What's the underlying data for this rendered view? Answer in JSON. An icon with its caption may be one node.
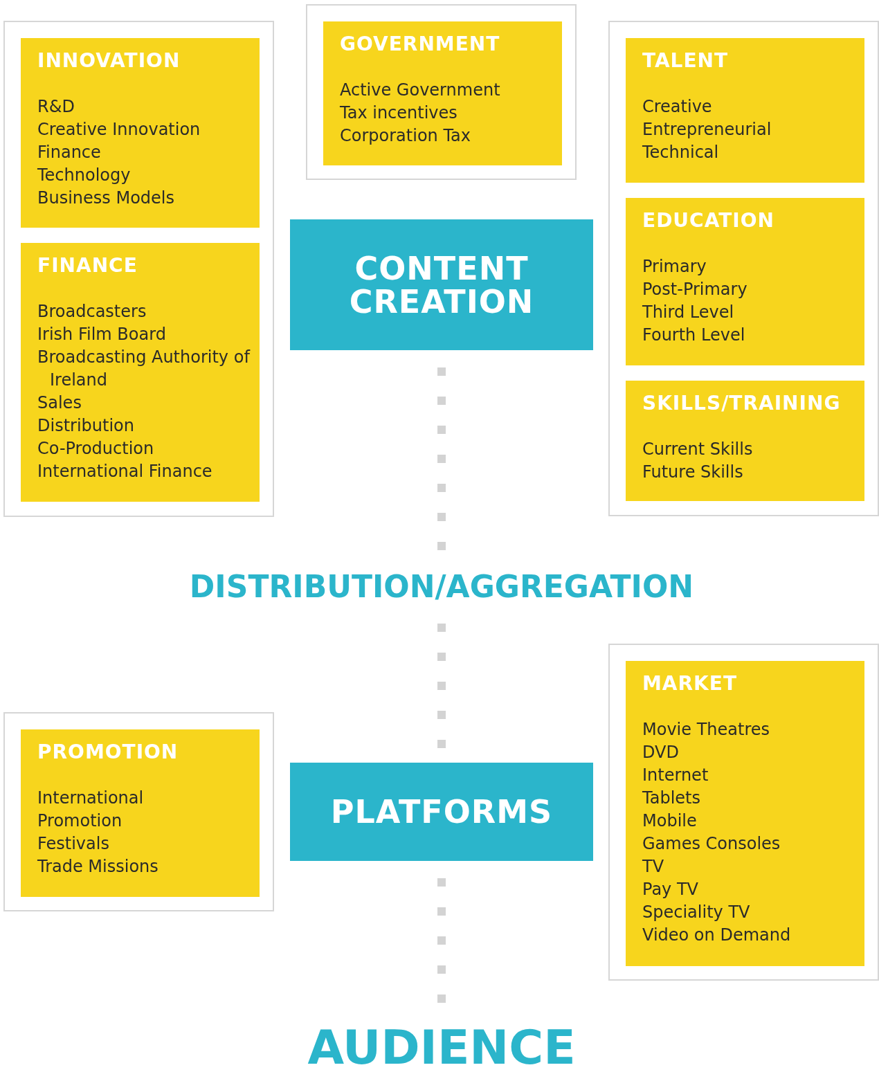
{
  "diagram": {
    "nodes": [
      {
        "text": [],
        "shape": "box"
      },
      {
        "text": [
          "INNOVATION",
          "R&D",
          "Creative Innovation",
          "Finance",
          "Technology",
          "Business Models"
        ],
        "in": 0
      },
      {
        "text": [
          "FINANCE",
          "Broadcasters",
          "Irish Film Board",
          "Broadcasting Authority of Ireland",
          "Sales",
          "Distribution",
          "Co-Production",
          "International Finance"
        ],
        "in": 0
      },
      {
        "text": [],
        "shape": "box"
      },
      {
        "text": [
          "GOVERNMENT",
          "Active Government",
          "Tax incentives",
          "Corporation Tax"
        ],
        "in": 3
      },
      {
        "text": [],
        "shape": "box"
      },
      {
        "text": [
          "TALENT",
          "Creative",
          "Entrepreneurial",
          "Technical"
        ],
        "in": 5
      },
      {
        "text": [
          "EDUCATION",
          "Primary",
          "Post-Primary",
          "Third Level",
          "Fourth Level"
        ],
        "in": 5
      },
      {
        "text": [
          "SKILLS/TRAINING",
          "Current Skills",
          "Future Skills"
        ],
        "in": 5
      },
      {
        "text": [
          "CONTENT CREATION"
        ]
      },
      {
        "text": [
          "DISTRIBUTION/AGGREGATION"
        ]
      },
      {
        "text": [],
        "shape": "box"
      },
      {
        "text": [
          "PROMOTION",
          "International",
          "Promotion",
          "Festivals",
          "Trade Missions"
        ],
        "in": 11
      },
      {
        "text": [
          "PLATFORMS"
        ]
      },
      {
        "text": [],
        "shape": "box"
      },
      {
        "text": [
          "MARKET",
          "Movie Theatres",
          "DVD",
          "Internet",
          "Tablets",
          "Mobile",
          "Games Consoles",
          "TV",
          "Pay TV",
          "Speciality TV",
          "Video on Demand"
        ],
        "in": 14
      },
      {
        "text": [
          "AUDIENCE"
        ]
      }
    ],
    "edges": [
      {
        "from": 9,
        "to": 10,
        "arrow": "none",
        "style": "dashed"
      },
      {
        "from": 10,
        "to": 13,
        "arrow": "none",
        "style": "dashed"
      },
      {
        "from": 13,
        "to": 16,
        "arrow": "none",
        "style": "dashed"
      }
    ]
  }
}
